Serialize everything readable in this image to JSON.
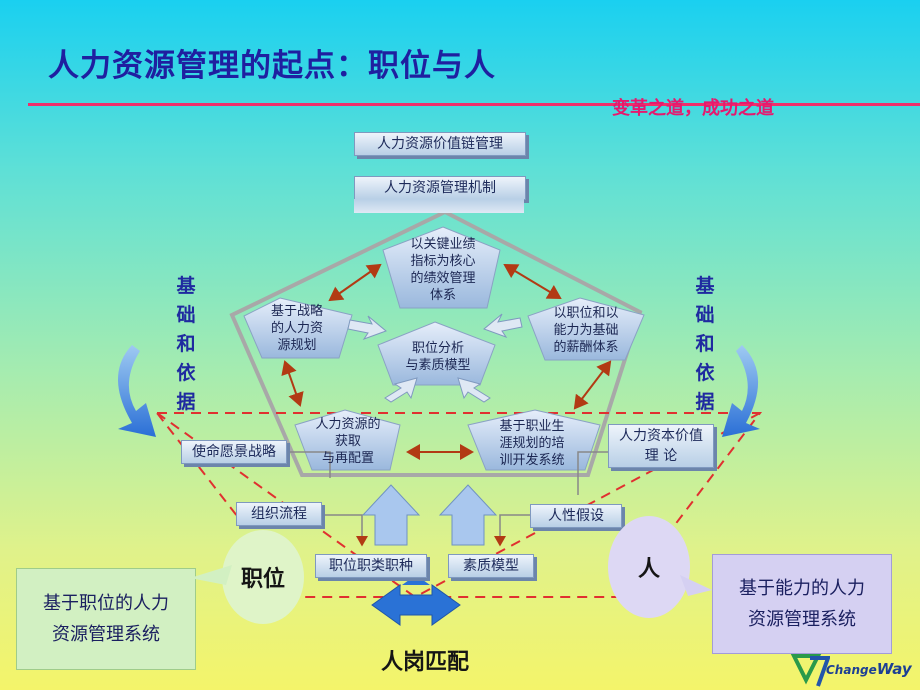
{
  "title": "人力资源管理的起点：职位与人",
  "slogan": "变革之道，成功之道",
  "top_boxes": [
    "人力资源价值链管理",
    "人力资源管理机制"
  ],
  "pentagon": {
    "top": "以关键业绩\n指标为核心\n的绩效管理\n体系",
    "left": "基于战略\n的人力资\n源规划",
    "right": "以职位和以\n能力为基础\n的薪酬体系",
    "bottom_left": "人力资源的\n获取\n与再配置",
    "bottom_right": "基于职业生\n涯规划的培\n训开发系统",
    "center": "职位分析\n与素质模型"
  },
  "side_label": "基础和依据",
  "inputs": {
    "mission": "使命愿景战略",
    "process": "组织流程",
    "job_family": "职位职类职种",
    "competency": "素质模型",
    "human_capital": "人力资本价值\n理  论",
    "human_nature": "人性假设"
  },
  "position_circle": "职位",
  "person_circle": "人",
  "left_note": "基于职位的人力\n资源管理系统",
  "right_note": "基于能力的人力\n资源管理系统",
  "match_label": "人岗匹配",
  "logo": {
    "part1": "Change",
    "part2": "Way"
  },
  "colors": {
    "title": "#1f1fa0",
    "accent": "#ef2f6a",
    "arrow": "#b23a14",
    "dash": "#e03030"
  }
}
